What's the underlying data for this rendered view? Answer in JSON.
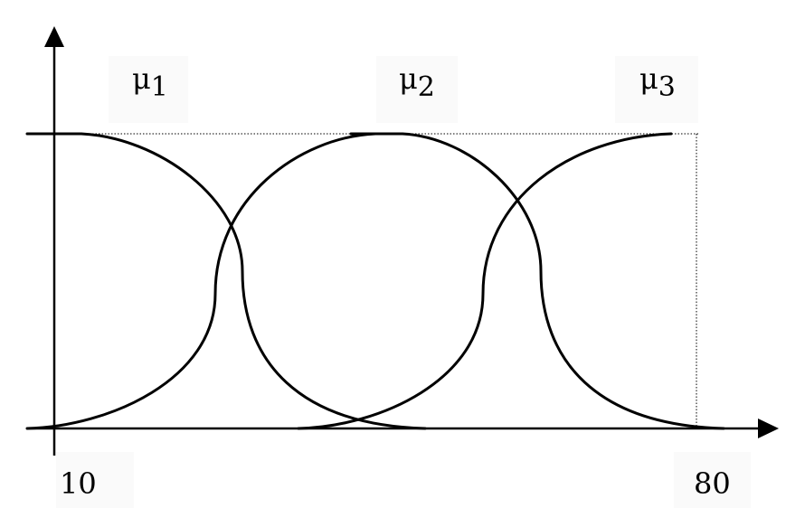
{
  "diagram": {
    "membership_functions": [
      {
        "symbol": "μ",
        "index": "1"
      },
      {
        "symbol": "μ",
        "index": "2"
      },
      {
        "symbol": "μ",
        "index": "3"
      }
    ],
    "x_axis": {
      "min_label": "10",
      "max_label": "80"
    },
    "colors": {
      "line": "#000000",
      "background": "#ffffff",
      "label_background": "#fafafa"
    }
  }
}
